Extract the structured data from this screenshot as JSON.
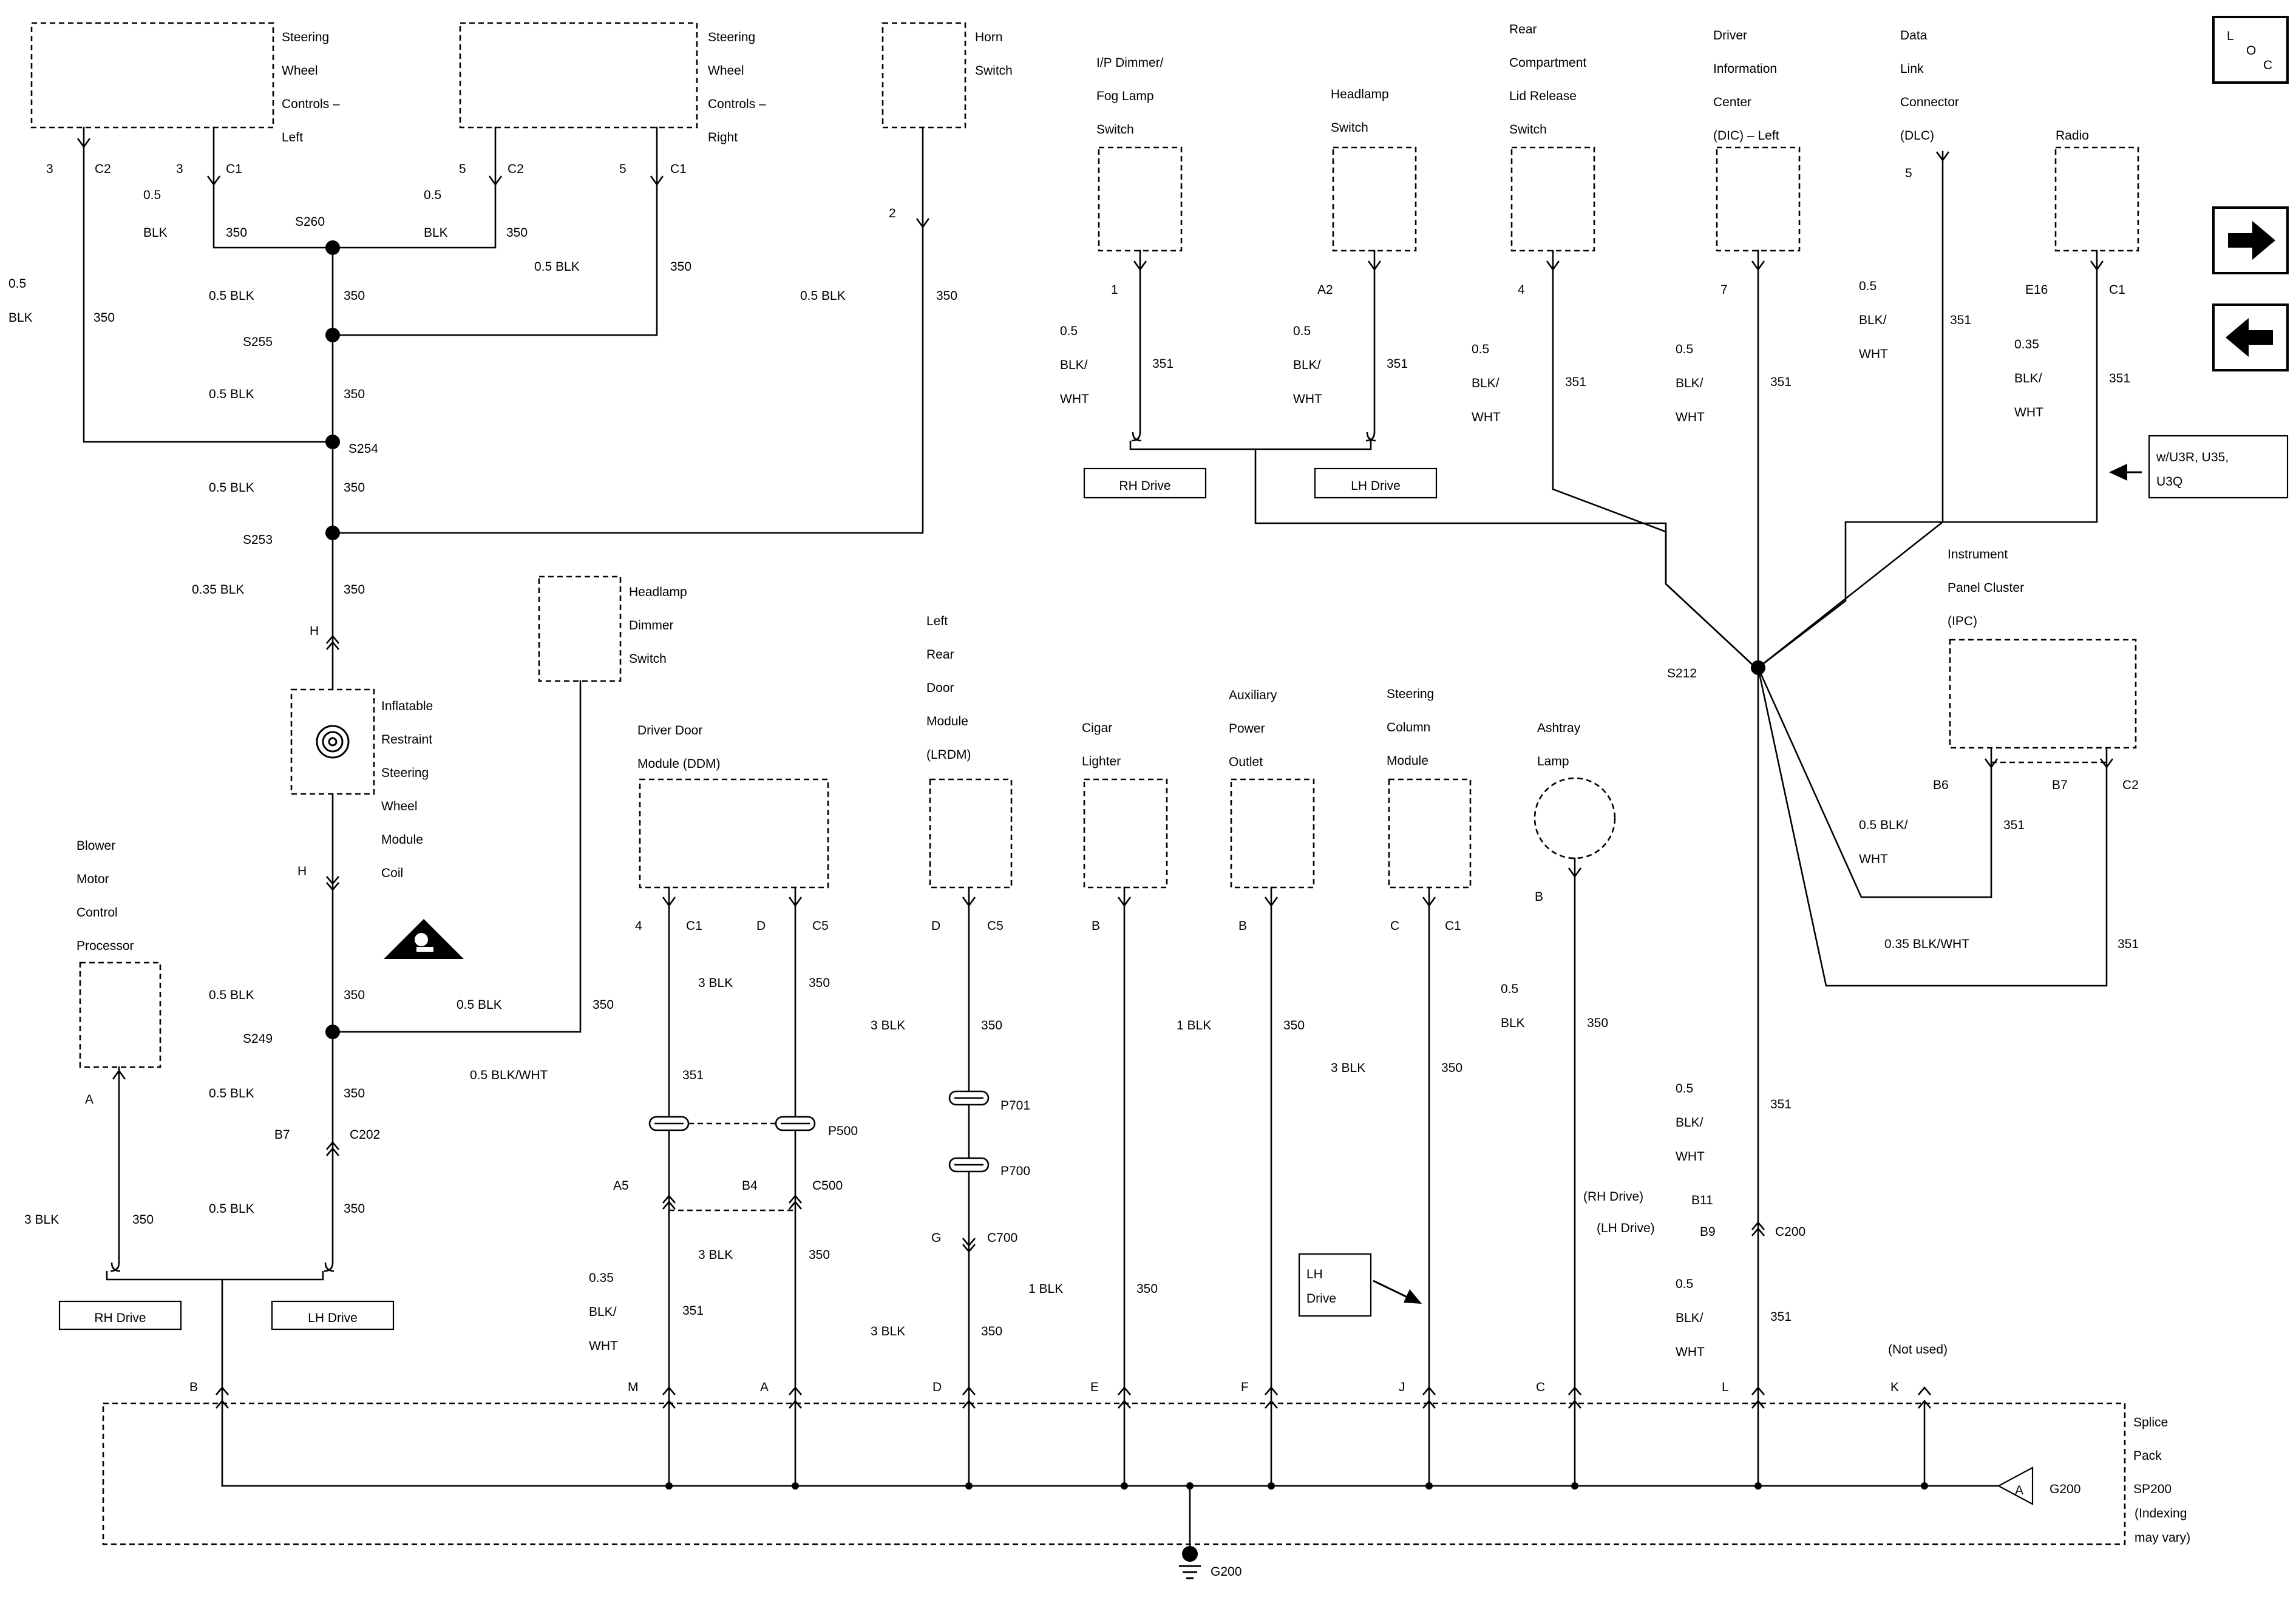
{
  "components": {
    "swc_left": [
      "Steering",
      "Wheel",
      "Controls –",
      "Left"
    ],
    "swc_right": [
      "Steering",
      "Wheel",
      "Controls –",
      "Right"
    ],
    "horn": [
      "Horn",
      "Switch"
    ],
    "ip_dimmer": [
      "I/P Dimmer/",
      "Fog Lamp",
      "Switch"
    ],
    "headlamp_sw": [
      "Headlamp",
      "Switch"
    ],
    "rear_comp": [
      "Rear",
      "Compartment",
      "Lid Release",
      "Switch"
    ],
    "dic": [
      "Driver",
      "Information",
      "Center",
      "(DIC) – Left"
    ],
    "dlc": [
      "Data",
      "Link",
      "Connector",
      "(DLC)"
    ],
    "radio": [
      "Radio"
    ],
    "ipc": [
      "Instrument",
      "Panel Cluster",
      "(IPC)"
    ],
    "hl_dimmer": [
      "Headlamp",
      "Dimmer",
      "Switch"
    ],
    "inflatable": [
      "Inflatable",
      "Restraint",
      "Steering",
      "Wheel",
      "Module",
      "Coil"
    ],
    "blower": [
      "Blower",
      "Motor",
      "Control",
      "Processor"
    ],
    "ddm": [
      "Driver Door",
      "Module (DDM)"
    ],
    "lrdm": [
      "Left",
      "Rear",
      "Door",
      "Module",
      "(LRDM)"
    ],
    "cigar": [
      "Cigar",
      "Lighter"
    ],
    "aux": [
      "Auxiliary",
      "Power",
      "Outlet"
    ],
    "scm": [
      "Steering",
      "Column",
      "Module"
    ],
    "ashtray": [
      "Ashtray",
      "Lamp"
    ],
    "splice_pack": [
      "Splice",
      "Pack",
      "SP200"
    ],
    "splice_note": [
      "(Indexing",
      "may vary)"
    ]
  },
  "terminals": {
    "swcl_3": "3",
    "swcl_c2": "C2",
    "swcl_3b": "3",
    "swcl_c1": "C1",
    "swcr_5": "5",
    "swcr_c2": "C2",
    "swcr_5b": "5",
    "swcr_c1": "C1",
    "horn_2": "2",
    "ip_1": "1",
    "hl_a2": "A2",
    "rear_4": "4",
    "dic_7": "7",
    "dlc_5": "5",
    "radio_e16": "E16",
    "radio_c1": "C1",
    "ipc_b6": "B6",
    "ipc_b7": "B7",
    "ipc_c2": "C2",
    "coil_h_top": "H",
    "coil_h_bot": "H",
    "blower_a": "A",
    "ddm_4": "4",
    "ddm_c1": "C1",
    "ddm_d": "D",
    "ddm_c5": "C5",
    "lrdm_d": "D",
    "lrdm_c5": "C5",
    "cig_b": "B",
    "aux_b": "B",
    "scm_c": "C",
    "scm_c1": "C1",
    "ash_b": "B",
    "c202_b7": "B7",
    "c202": "C202",
    "c500_a5": "A5",
    "c500_b4": "B4",
    "c500": "C500",
    "c700_g": "G",
    "c700": "C700",
    "c200_rh_note": "(RH Drive)",
    "c200_b11": "B11",
    "c200_lh_note": "(LH Drive)",
    "c200_b9": "B9",
    "c200": "C200",
    "p500": "P500",
    "p701": "P701",
    "p700": "P700",
    "sp_b": "B",
    "sp_m": "M",
    "sp_a": "A",
    "sp_d": "D",
    "sp_e": "E",
    "sp_f": "F",
    "sp_j": "J",
    "sp_c": "C",
    "sp_l": "L",
    "sp_k": "K",
    "not_used": "(Not used)",
    "g200_tri": "A",
    "g200_ref": "G200",
    "g200": "G200"
  },
  "splices": {
    "s260": "S260",
    "s255": "S255",
    "s254": "S254",
    "s253": "S253",
    "s249": "S249",
    "s212": "S212"
  },
  "wires": {
    "w05": "0.5",
    "blk": "BLK",
    "c350": "350",
    "c351": "351",
    "blk_wht": "BLK/",
    "wht": "WHT",
    "w05blk": "0.5 BLK",
    "w035blk": "0.35 BLK",
    "w3blk": "3 BLK",
    "w1blk": "1 BLK",
    "w05blkwht": "0.5 BLK/WHT",
    "w035blkwht": "0.35 BLK/WHT",
    "w05blkslash": "0.5 BLK/",
    "w035": "0.35"
  },
  "options": {
    "rh": "RH Drive",
    "lh": "LH Drive",
    "rh2": "RH Drive",
    "lh2": "LH Drive",
    "lh_drive": [
      "LH",
      "Drive"
    ],
    "w_u3r": [
      "w/U3R, U35,",
      "U3Q"
    ]
  },
  "nav": {
    "loc_l": "L",
    "loc_o": "O",
    "loc_c": "C"
  }
}
